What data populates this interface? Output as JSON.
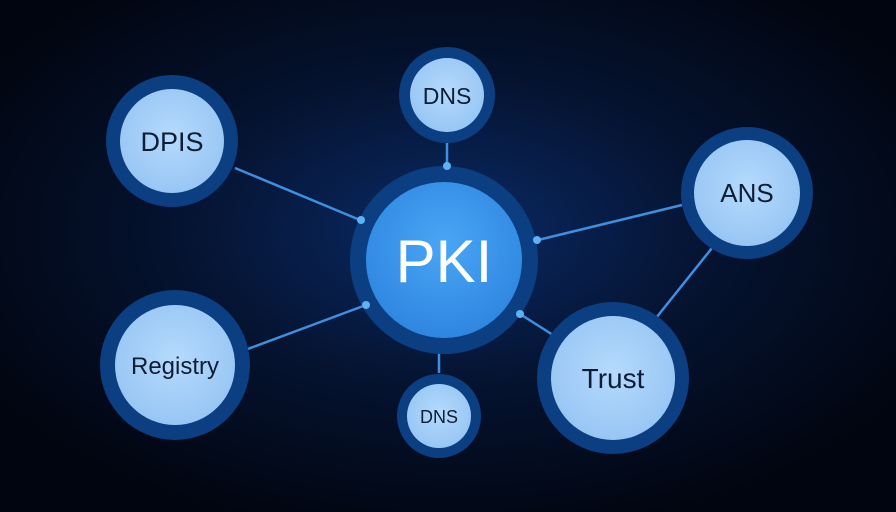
{
  "diagram": {
    "center": {
      "label": "PKI"
    },
    "nodes": [
      {
        "id": "dpis",
        "label": "DPIS"
      },
      {
        "id": "dns-top",
        "label": "DNS"
      },
      {
        "id": "ans",
        "label": "ANS"
      },
      {
        "id": "registry",
        "label": "Registry"
      },
      {
        "id": "trust",
        "label": "Trust"
      },
      {
        "id": "dns-bottom",
        "label": "DNS"
      }
    ],
    "edges": [
      [
        "dpis",
        "PKI"
      ],
      [
        "dns-top",
        "PKI"
      ],
      [
        "ans",
        "PKI"
      ],
      [
        "ans",
        "trust"
      ],
      [
        "registry",
        "PKI"
      ],
      [
        "trust",
        "PKI"
      ],
      [
        "dns-bottom",
        "PKI"
      ]
    ]
  },
  "colors": {
    "background": "#020814",
    "ring": "#0b3f82",
    "node_fill": "#a9d3fb",
    "center_fill": "#3d9af0",
    "line": "#3f8fe0",
    "text_dark": "#0d1e36"
  }
}
